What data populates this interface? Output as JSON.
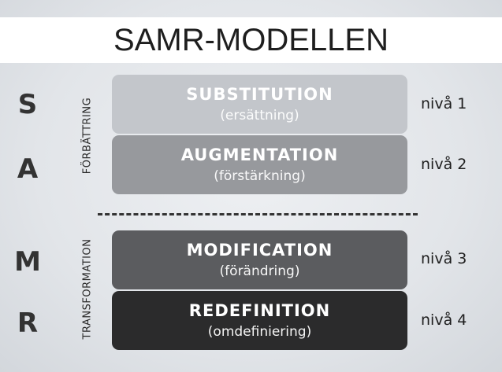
{
  "title": "SAMR-MODELLEN",
  "letters": [
    "S",
    "A",
    "M",
    "R"
  ],
  "groups": {
    "upper": "FÖRBÄTTRING",
    "lower": "TRANSFORMATION"
  },
  "levels": [
    {
      "title": "SUBSTITUTION",
      "subtitle": "(ersättning)",
      "level": "nivå 1",
      "color": "#c3c6cb"
    },
    {
      "title": "AUGMENTATION",
      "subtitle": "(förstärkning)",
      "level": "nivå 2",
      "color": "#97999d"
    },
    {
      "title": "MODIFICATION",
      "subtitle": "(förändring)",
      "level": "nivå 3",
      "color": "#5b5c5f"
    },
    {
      "title": "REDEFINITION",
      "subtitle": "(omdefiniering)",
      "level": "nivå 4",
      "color": "#2b2b2c"
    }
  ]
}
